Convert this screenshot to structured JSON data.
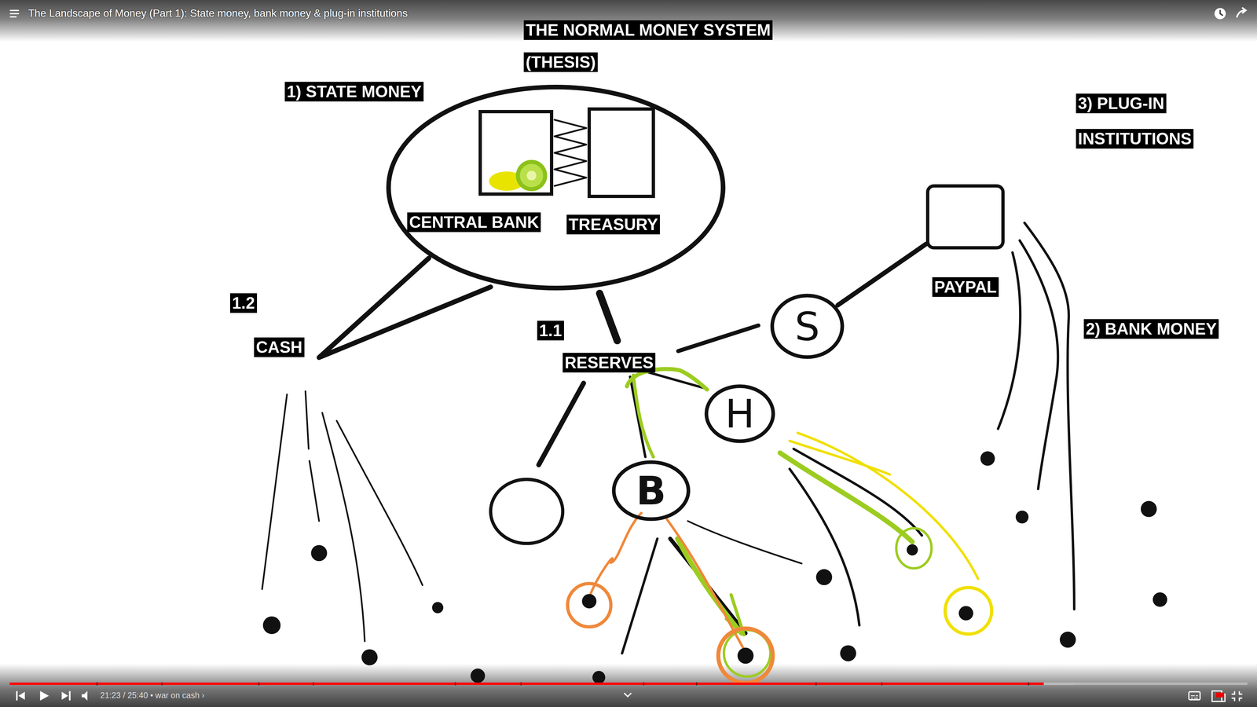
{
  "diagram": {
    "title": "THE NORMAL MONEY SYSTEM",
    "nodes": [
      {
        "text": [
          "1) STATE MONEY"
        ]
      },
      {
        "text": [
          "CENTRAL BANK"
        ],
        "in": 0
      },
      {
        "text": [
          "TREASURY"
        ],
        "in": 0
      },
      {
        "text": [
          "PAYPAL"
        ]
      },
      {
        "text": [
          "S"
        ]
      },
      {
        "text": [
          "H"
        ]
      },
      {
        "text": [
          "B"
        ]
      }
    ],
    "edges": [
      {
        "from": 1,
        "to": 2,
        "arrow": "none"
      },
      {
        "from": 3,
        "to": 4,
        "arrow": "none"
      }
    ],
    "labels": [
      "The Landscape of Money (Part 1): State money, bank money & plug-in institutions",
      "(THESIS)",
      "3) PLUG-IN INSTITUTIONS",
      "1.2",
      "CASH",
      "1.1",
      "RESERVES",
      "2) BANK MONEY",
      "21:23 / 25:40 • war on cash ›"
    ]
  }
}
